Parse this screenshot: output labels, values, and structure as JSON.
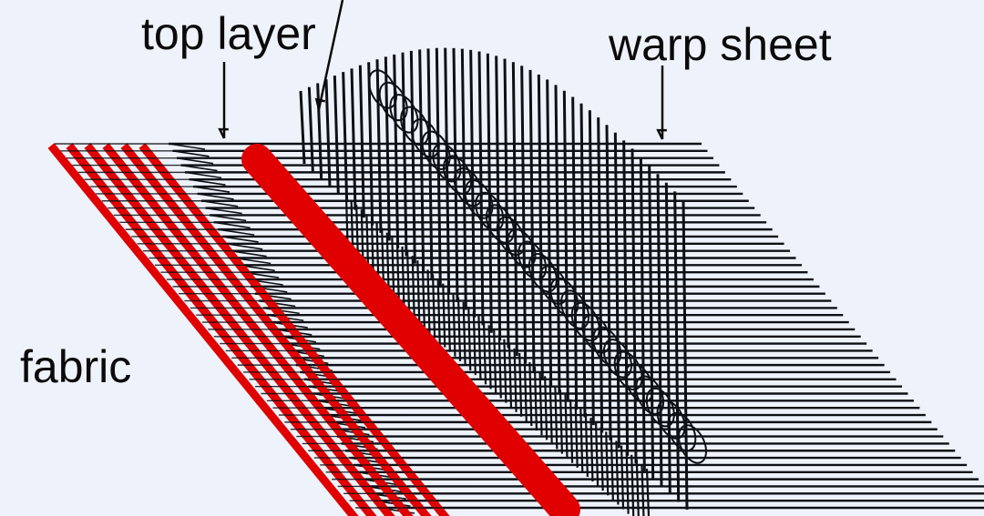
{
  "labels": {
    "top_layer": "top layer",
    "warp_sheet": "warp sheet",
    "fabric": "fabric"
  },
  "colors": {
    "background": "#eef3fb",
    "thread": "#0d1116",
    "weft": "#e00000",
    "text": "#0b0b0b"
  },
  "icons": [
    "arrow-down-icon"
  ]
}
